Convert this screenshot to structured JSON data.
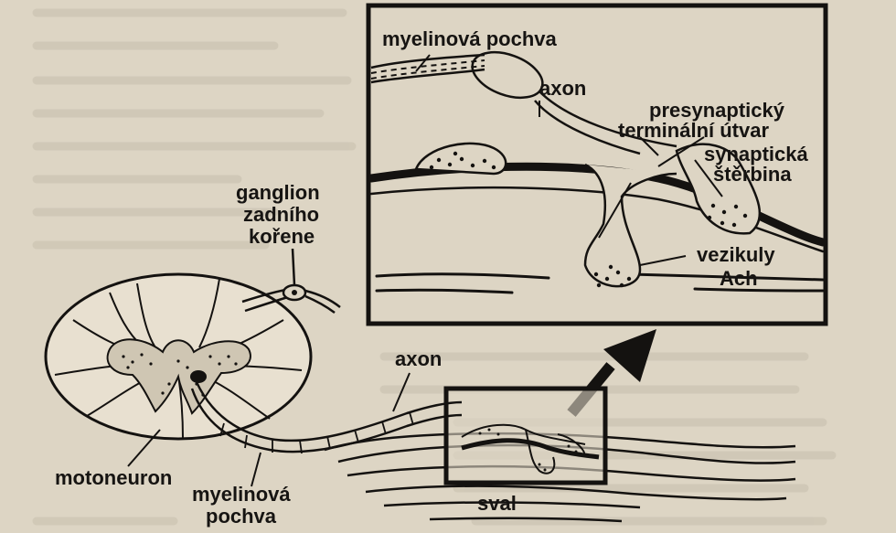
{
  "figure": {
    "labels": {
      "myelin_top": "myelinová pochva",
      "axon_top": "axon",
      "presynaptic_1": "presynaptický",
      "presynaptic_2": "terminální útvar",
      "synaptic_1": "synaptická",
      "synaptic_2": "štěrbina",
      "vesicles_1": "vezikuly",
      "vesicles_2": "Ach",
      "ganglion_1": "ganglion",
      "ganglion_2": "zadního",
      "ganglion_3": "kořene",
      "axon_bottom": "axon",
      "motoneuron": "motoneuron",
      "myelin_bottom_1": "myelinová",
      "myelin_bottom_2": "pochva",
      "muscle": "sval"
    }
  }
}
